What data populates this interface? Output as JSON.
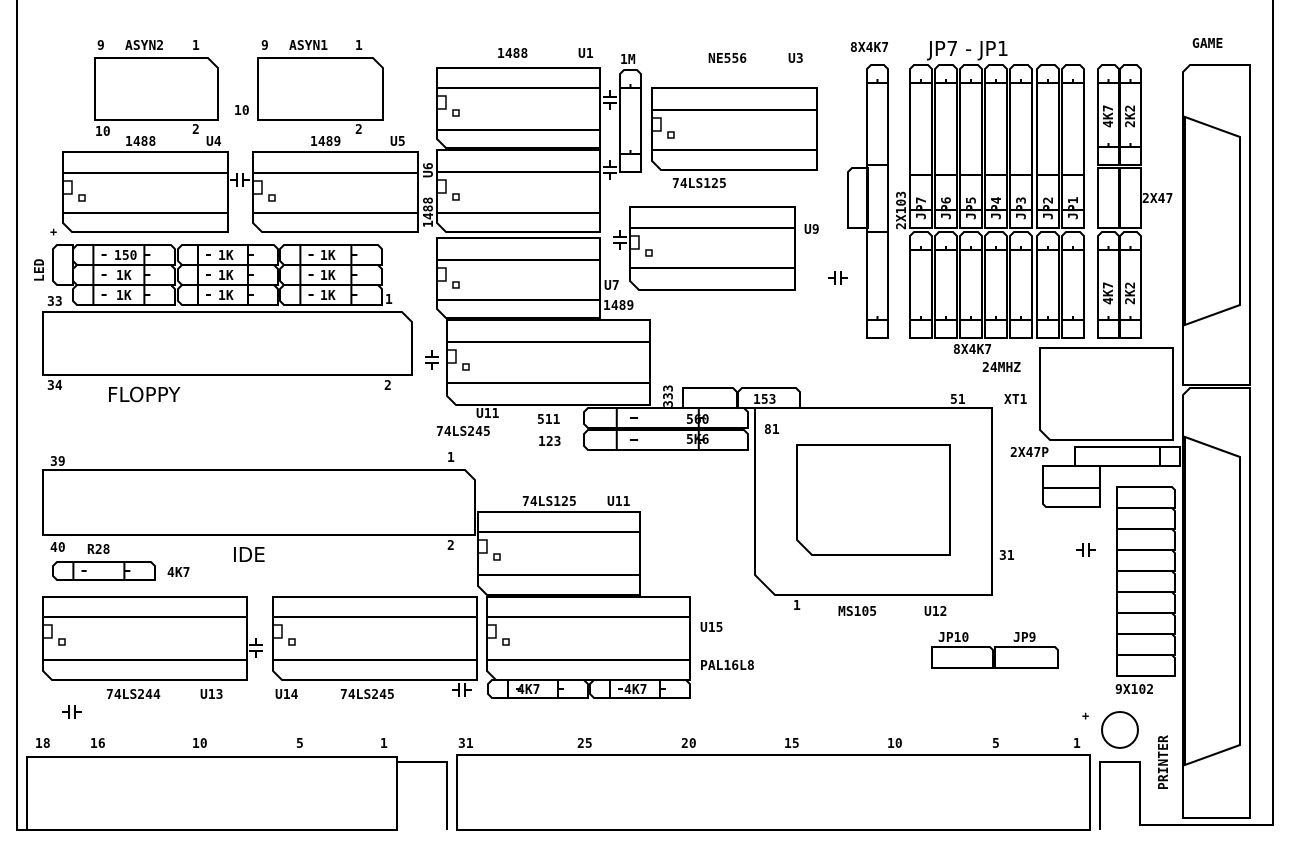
{
  "colors": {
    "ink": "#000000",
    "background": "#ffffff"
  },
  "serial": {
    "asyn2": {
      "name": "ASYN2",
      "pin_top_left": "9",
      "pin_top_right": "1",
      "pin_bottom_left": "10",
      "pin_bottom_right": "2"
    },
    "asyn1": {
      "name": "ASYN1",
      "pin_top_left": "9",
      "pin_top_right": "1",
      "pin_left": "10",
      "pin_bottom_right": "2"
    }
  },
  "chips": {
    "u4": {
      "part": "1488",
      "ref": "U4"
    },
    "u5": {
      "part": "1489",
      "ref": "U5"
    },
    "u1": {
      "part": "1488",
      "ref": "U1"
    },
    "u6": {
      "part": "1488",
      "ref": "U6"
    },
    "u7": {
      "part": "1489",
      "ref": "U7"
    },
    "u3": {
      "part": "NE556",
      "ref": "U3",
      "part2": "74LS125"
    },
    "u9": {
      "ref": "U9"
    },
    "u11a": {
      "part": "74LS245",
      "ref": "U11"
    },
    "u11b": {
      "part": "74LS125",
      "ref": "U11"
    },
    "u12": {
      "part": "MS105",
      "ref": "U12",
      "pin_1": "1",
      "pin_31": "31",
      "pin_51": "51",
      "pin_81": "81"
    },
    "u13": {
      "part": "74LS244",
      "ref": "U13"
    },
    "u14": {
      "part": "74LS245",
      "ref": "U14"
    },
    "u15": {
      "part": "PAL16L8",
      "ref": "U15"
    }
  },
  "resistors": {
    "r_1m": "1M",
    "led_block": {
      "label": "LED",
      "plus": "+",
      "rows": [
        [
          "150",
          "1K",
          "1K"
        ],
        [
          "1K",
          "1K",
          "1K"
        ],
        [
          "1K",
          "1K",
          "1K"
        ]
      ]
    },
    "mid": {
      "r560": "560",
      "r5k6": "5K6",
      "s11": "511",
      "r123": "123",
      "r333": "333",
      "r153": "153"
    },
    "r28": {
      "ref": "R28",
      "value": "4K7"
    },
    "u15_pair": [
      "4K7",
      "4K7"
    ],
    "array_8x4k7_top": "8X4K7",
    "array_8x4k7_bottom": "8X4K7",
    "array_2x103": "2X103",
    "array_2x47": "2X47",
    "right_top": [
      "4K7",
      "2K2"
    ],
    "right_bottom": [
      "4K7",
      "2K2"
    ],
    "array_2x47p": "2X47P",
    "array_9x102": "9X102"
  },
  "jumpers": {
    "group_title": "JP7 - JP1",
    "labels": [
      "JP7",
      "JP6",
      "JP5",
      "JP4",
      "JP3",
      "JP2",
      "JP1"
    ],
    "jp10": "JP10",
    "jp9": "JP9"
  },
  "crystal": {
    "ref": "XT1",
    "freq": "24MHZ"
  },
  "connectors": {
    "floppy": {
      "name": "FLOPPY",
      "pin_33": "33",
      "pin_1": "1",
      "pin_34": "34",
      "pin_2": "2"
    },
    "ide": {
      "name": "IDE",
      "pin_39": "39",
      "pin_1": "1",
      "pin_40": "40",
      "pin_2": "2"
    },
    "game": {
      "name": "GAME"
    },
    "printer": {
      "name": "PRINTER"
    },
    "led_plus": "+",
    "edge_short": [
      "18",
      "16",
      "10",
      "5",
      "1"
    ],
    "edge_long": [
      "31",
      "25",
      "20",
      "15",
      "10",
      "5",
      "1"
    ]
  }
}
